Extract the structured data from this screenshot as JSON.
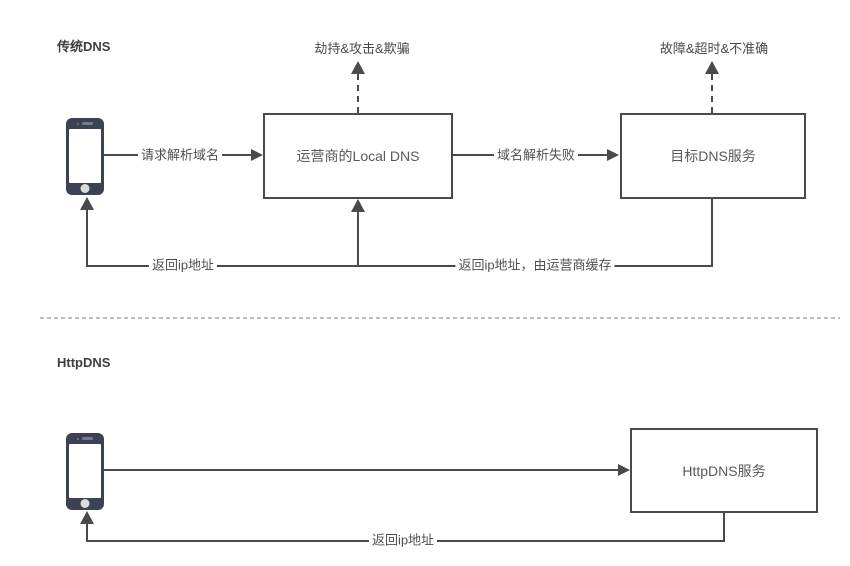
{
  "colors": {
    "background": "#ffffff",
    "line": "#4a4a4a",
    "label_text": "#4f4f4f",
    "node_text": "#595959",
    "phone_body": "#3b4254",
    "divider_dots": "#bdbdbd"
  },
  "icons": {
    "phone": "smartphone-icon"
  },
  "traditional": {
    "section_label": "传统DNS",
    "hazard_local_dns": "劫持&攻击&欺骗",
    "hazard_target_dns": "故障&超时&不准确",
    "local_dns_box": "运营商的Local DNS",
    "target_dns_box": "目标DNS服务",
    "edge_request": "请求解析域名",
    "edge_fail": "域名解析失败",
    "edge_return": "返回ip地址",
    "edge_return_cached": "返回ip地址，由运营商缓存"
  },
  "httpdns": {
    "section_label": "HttpDNS",
    "server_box": "HttpDNS服务",
    "edge_return": "返回ip地址"
  }
}
